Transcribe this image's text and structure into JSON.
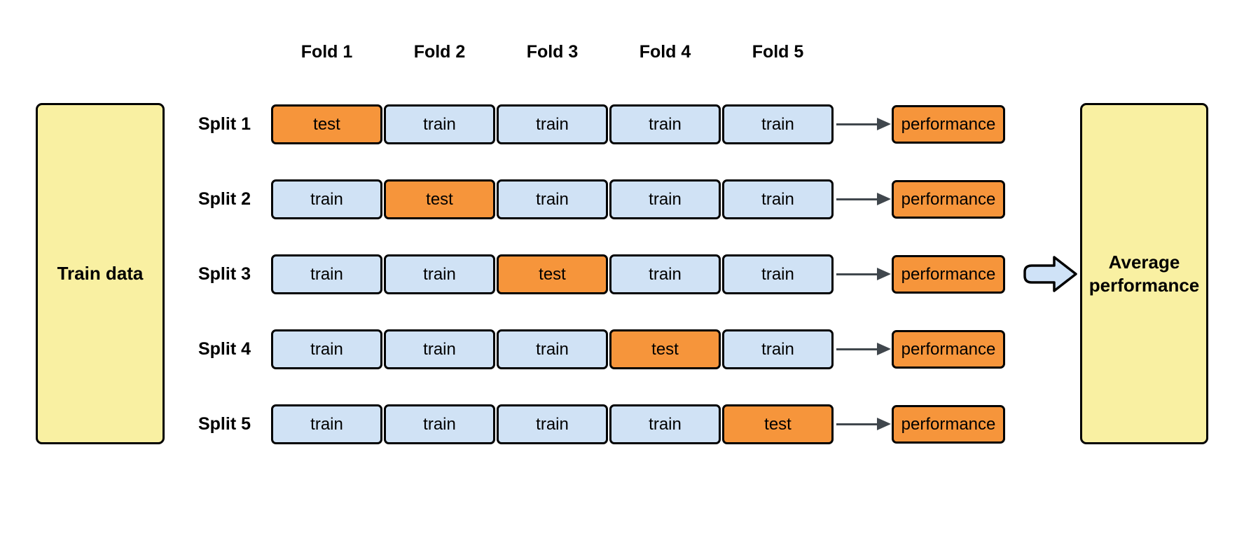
{
  "diagram": {
    "fold_headers": [
      "Fold 1",
      "Fold 2",
      "Fold 3",
      "Fold 4",
      "Fold 5"
    ],
    "left_box": {
      "label": "Train data"
    },
    "right_box": {
      "line1": "Average",
      "line2": "performance"
    },
    "splits": [
      {
        "label": "Split 1",
        "cells": [
          "test",
          "train",
          "train",
          "train",
          "train"
        ],
        "result": "performance"
      },
      {
        "label": "Split 2",
        "cells": [
          "train",
          "test",
          "train",
          "train",
          "train"
        ],
        "result": "performance"
      },
      {
        "label": "Split 3",
        "cells": [
          "train",
          "train",
          "test",
          "train",
          "train"
        ],
        "result": "performance"
      },
      {
        "label": "Split 4",
        "cells": [
          "train",
          "train",
          "train",
          "test",
          "train"
        ],
        "result": "performance"
      },
      {
        "label": "Split 5",
        "cells": [
          "train",
          "train",
          "train",
          "train",
          "test"
        ],
        "result": "performance"
      }
    ],
    "colors": {
      "train_fill": "#D0E2F5",
      "test_fill": "#F6953B",
      "note_fill": "#F9F0A2",
      "block_arrow_fill": "#CFE2F7",
      "arrow": "#40474D",
      "border": "#000000"
    }
  }
}
